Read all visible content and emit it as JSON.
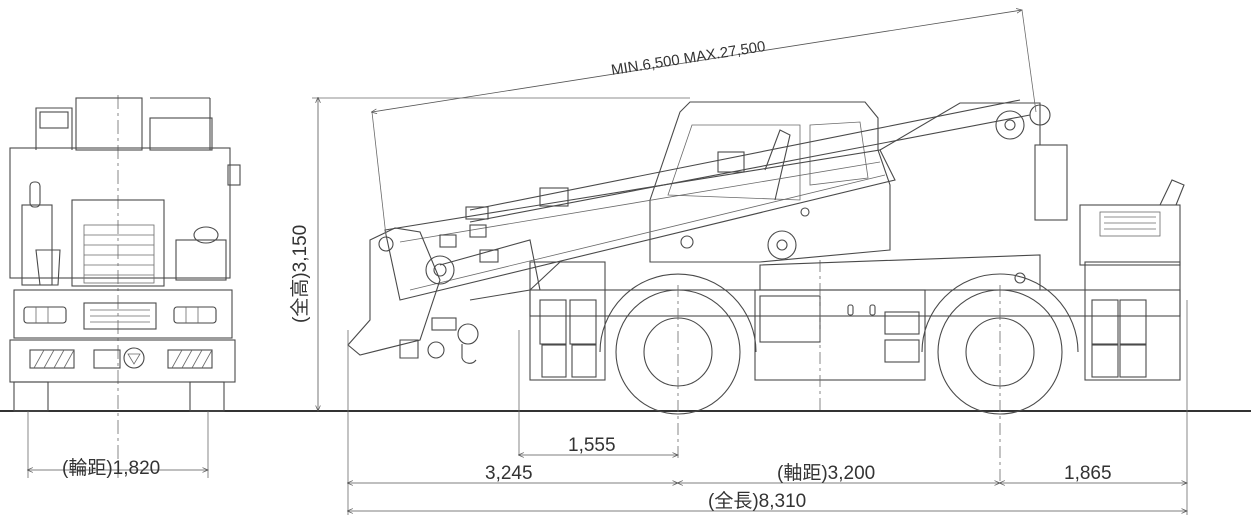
{
  "dimensions": {
    "boom_length": "MIN.6,500  MAX.27,500",
    "overall_height": "(全高)3,150",
    "track_width": "(輪距)1,820",
    "front_overhang_to_axle": "1,555",
    "front_to_first_axle": "3,245",
    "wheelbase": "(軸距)3,200",
    "rear_overhang": "1,865",
    "overall_length": "(全長)8,310"
  },
  "colors": {
    "line": "#4a4a4a",
    "background": "#ffffff"
  }
}
